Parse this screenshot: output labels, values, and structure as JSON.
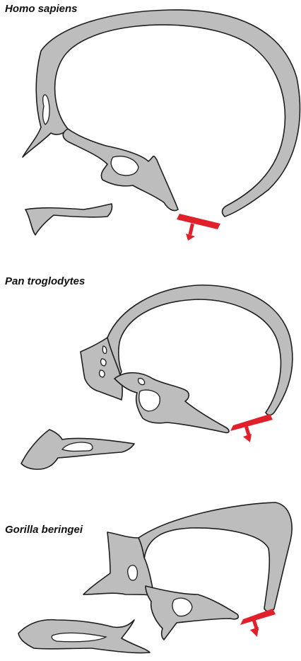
{
  "figure": {
    "panels": [
      {
        "species": "Homo sapiens"
      },
      {
        "species": "Pan troglodytes"
      },
      {
        "species": "Gorilla beringei"
      }
    ],
    "colors": {
      "bone_fill": "#bdbdbd",
      "outline": "#1e1e1e",
      "foramen_marker": "#e0202a",
      "background": "#ffffff"
    },
    "icons": {
      "marker": "foramen-magnum-marker-icon"
    }
  }
}
